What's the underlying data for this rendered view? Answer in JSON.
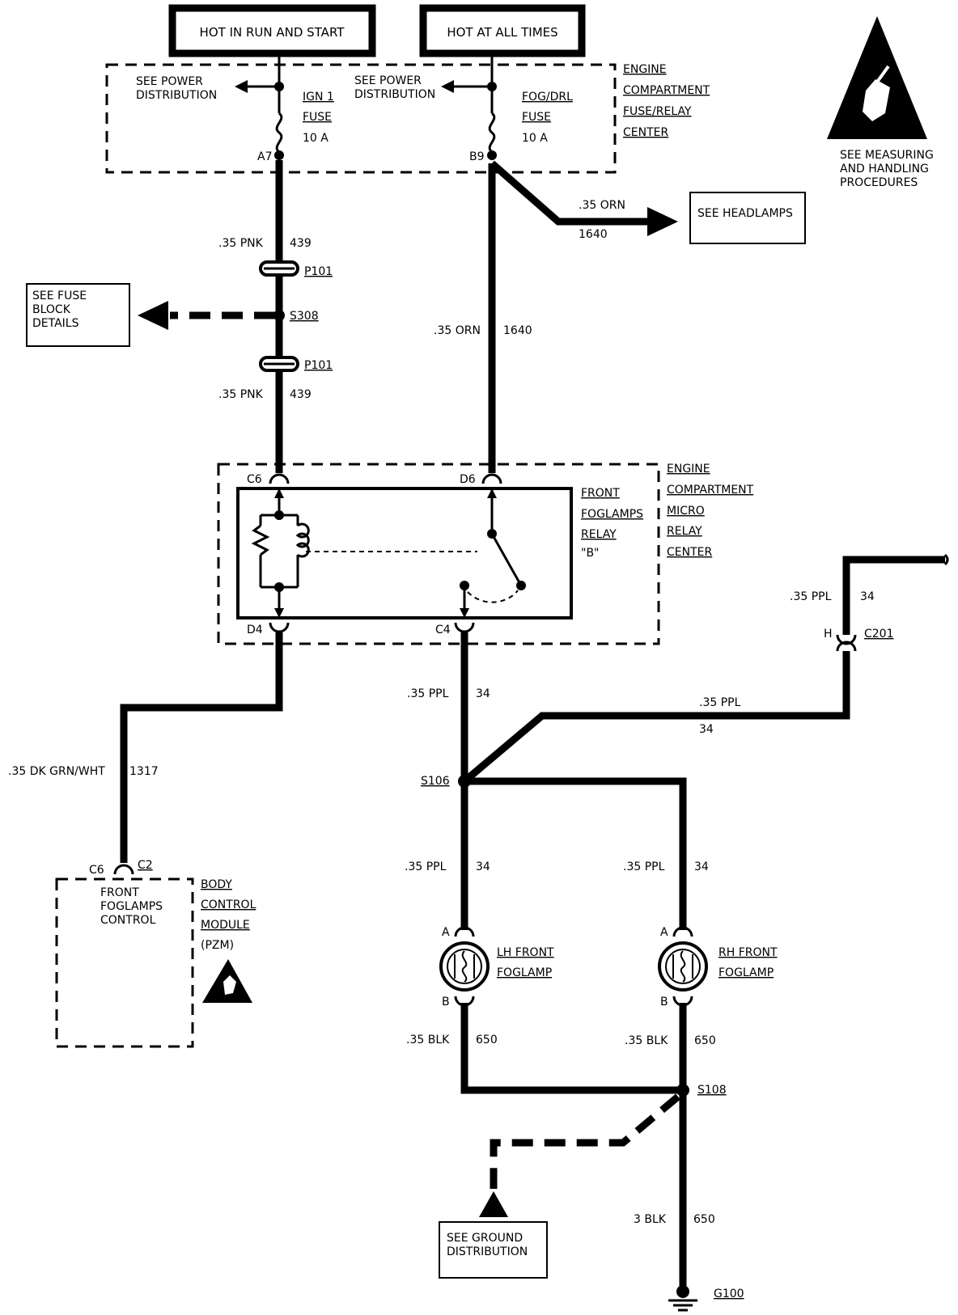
{
  "sources": {
    "hot_run_start": "HOT IN RUN AND START",
    "hot_all_times": "HOT AT ALL TIMES"
  },
  "engine_fuse_center": {
    "label": [
      "ENGINE",
      "COMPARTMENT",
      "FUSE/RELAY",
      "CENTER"
    ],
    "see_power_1": [
      "SEE POWER",
      "DISTRIBUTION"
    ],
    "see_power_2": [
      "SEE POWER",
      "DISTRIBUTION"
    ],
    "fuse_ign": [
      "IGN 1",
      "FUSE",
      "10 A"
    ],
    "fuse_fog": [
      "FOG/DRL",
      "FUSE",
      "10 A"
    ],
    "pin_a7": "A7",
    "pin_b9": "B9"
  },
  "esd_note": [
    "SEE MEASURING",
    "AND HANDLING",
    "PROCEDURES"
  ],
  "headlamps": {
    "wire_color": ".35 ORN",
    "circuit": "1640",
    "box": "SEE HEADLAMPS"
  },
  "left_circuit": {
    "upper_color": ".35 PNK",
    "upper_num": "439",
    "p101_top": "P101",
    "s308": "S308",
    "p101_bottom": "P101",
    "lower_color": ".35 PNK",
    "lower_num": "439",
    "fuse_block_box": [
      "SEE FUSE",
      "BLOCK",
      "DETAILS"
    ]
  },
  "orn_wire": {
    "color": ".35 ORN",
    "num": "1640"
  },
  "micro_relay_center": {
    "label": [
      "ENGINE",
      "COMPARTMENT",
      "MICRO",
      "RELAY",
      "CENTER"
    ],
    "relay_label": [
      "FRONT",
      "FOGLAMPS",
      "RELAY",
      "\"B\""
    ],
    "pin_c6": "C6",
    "pin_d6": "D6",
    "pin_d4": "D4",
    "pin_c4": "C4"
  },
  "bcm_wire": {
    "color": ".35 DK GRN/WHT",
    "num": "1317"
  },
  "bcm": {
    "pin_c6": "C6",
    "pin_c2": "C2",
    "inner": [
      "FRONT",
      "FOGLAMPS",
      "CONTROL"
    ],
    "label": [
      "BODY",
      "CONTROL",
      "MODULE",
      "(PZM)"
    ]
  },
  "ppl_circuit": {
    "c4_color": ".35 PPL",
    "c4_num": "34",
    "right_color": ".35 PPL",
    "right_num": "34",
    "c201_color": ".35 PPL",
    "c201_num": "34",
    "c201_pin": "H",
    "c201": "C201",
    "s106": "S106",
    "lh_color": ".35 PPL",
    "lh_num": "34",
    "rh_color": ".35 PPL",
    "rh_num": "34"
  },
  "lamps": {
    "lh": [
      "LH FRONT",
      "FOGLAMP"
    ],
    "rh": [
      "RH FRONT",
      "FOGLAMP"
    ],
    "pin_a": "A",
    "pin_b": "B"
  },
  "ground": {
    "lh_color": ".35 BLK",
    "lh_num": "650",
    "rh_color": ".35 BLK",
    "rh_num": "650",
    "s108": "S108",
    "main_color": "3 BLK",
    "main_num": "650",
    "g100": "G100",
    "ground_box": [
      "SEE GROUND",
      "DISTRIBUTION"
    ]
  }
}
